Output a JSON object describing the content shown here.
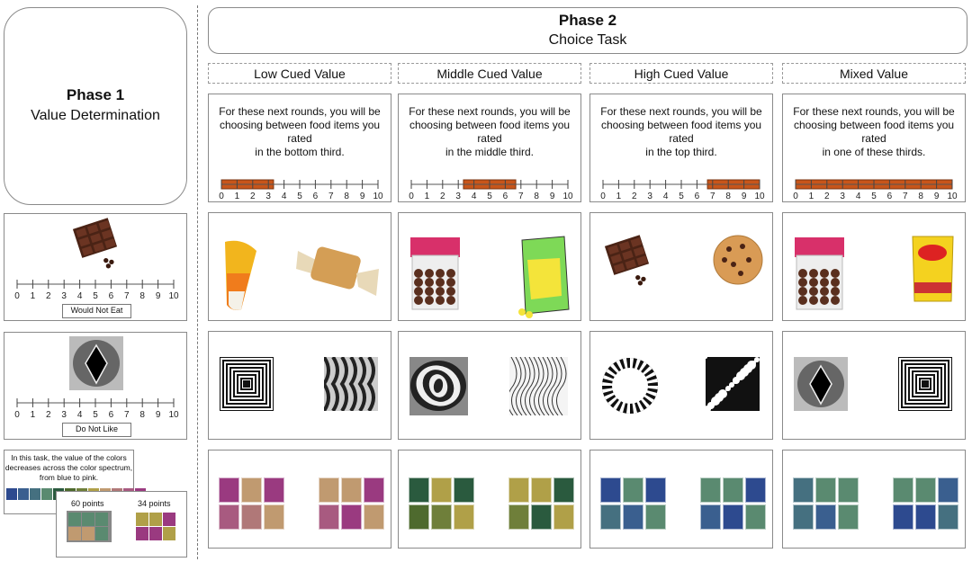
{
  "phase1": {
    "title": "Phase 1",
    "subtitle": "Value Determination"
  },
  "phase2": {
    "title": "Phase 2",
    "subtitle": "Choice Task"
  },
  "scale_ticks": [
    "0",
    "1",
    "2",
    "3",
    "4",
    "5",
    "6",
    "7",
    "8",
    "9",
    "10"
  ],
  "left_examples": {
    "food": {
      "image": "chocolate-bar",
      "label": "Would Not Eat"
    },
    "pattern": {
      "image": "fractal",
      "label": "Do Not Like"
    },
    "color": {
      "text_lines": [
        "In this task, the value of the colors",
        "decreases across the color spectrum,",
        "from blue to pink."
      ],
      "spectrum": [
        "#2d4a8f",
        "#3a5f8f",
        "#457080",
        "#5a8a70",
        "#2a5a3e",
        "#4e6a2e",
        "#6f7f3a",
        "#b0a048",
        "#c09a70",
        "#b07878",
        "#a85a80",
        "#9a3a80"
      ],
      "left_points": "60 points",
      "right_points": "34 points",
      "left_grid": [
        "#5a8a70",
        "#5a8a70",
        "#5a8a70",
        "#c09a70",
        "#c09a70",
        "#5a8a70"
      ],
      "right_grid": [
        "#b0a048",
        "#b0a048",
        "#9a3a80",
        "#9a3a80",
        "#9a3a80",
        "#b0a048"
      ]
    }
  },
  "columns": [
    {
      "header": "Low Cued Value",
      "instruction": [
        "For these next rounds, you will be",
        "choosing between food items you rated",
        "in the bottom third."
      ],
      "range": [
        0,
        3.33
      ],
      "food": [
        "candy-corn",
        "caramel"
      ],
      "pattern": [
        "concentric-square",
        "wave-stripes"
      ],
      "grids": [
        [
          "#9a3a80",
          "#c09a70",
          "#9a3a80",
          "#a85a80",
          "#b07878",
          "#c09a70"
        ],
        [
          "#c09a70",
          "#c09a70",
          "#9a3a80",
          "#a85a80",
          "#9a3a80",
          "#c09a70"
        ]
      ]
    },
    {
      "header": "Middle Cued Value",
      "instruction": [
        "For these next rounds, you will be",
        "choosing between food items you rated",
        "in the middle third."
      ],
      "range": [
        3.33,
        6.67
      ],
      "food": [
        "chocolate-bag",
        "popcorn-bag"
      ],
      "pattern": [
        "swirl",
        "wavy-lines"
      ],
      "grids": [
        [
          "#2a5a3e",
          "#b0a048",
          "#2a5a3e",
          "#4e6a2e",
          "#6f7f3a",
          "#b0a048"
        ],
        [
          "#b0a048",
          "#b0a048",
          "#2a5a3e",
          "#6f7f3a",
          "#2a5a3e",
          "#b0a048"
        ]
      ]
    },
    {
      "header": "High Cued Value",
      "instruction": [
        "For these next rounds, you will be",
        "choosing between food items you rated",
        "in the top third."
      ],
      "range": [
        6.67,
        10
      ],
      "food": [
        "chocolate-bar",
        "cookie"
      ],
      "pattern": [
        "radial-ring",
        "splatter"
      ],
      "grids": [
        [
          "#2d4a8f",
          "#5a8a70",
          "#2d4a8f",
          "#457080",
          "#3a5f8f",
          "#5a8a70"
        ],
        [
          "#5a8a70",
          "#5a8a70",
          "#2d4a8f",
          "#3a5f8f",
          "#2d4a8f",
          "#5a8a70"
        ]
      ]
    },
    {
      "header": "Mixed Value",
      "instruction": [
        "For these next rounds, you will be",
        "choosing between food items you rated",
        "in one of these thirds."
      ],
      "range": [
        0,
        10
      ],
      "food": [
        "chocolate-bag",
        "chips-bag"
      ],
      "pattern": [
        "fractal",
        "concentric-square"
      ],
      "grids": [
        [
          "#457080",
          "#5a8a70",
          "#5a8a70",
          "#457080",
          "#3a5f8f",
          "#5a8a70"
        ],
        [
          "#5a8a70",
          "#5a8a70",
          "#3a5f8f",
          "#2d4a8f",
          "#2d4a8f",
          "#457080"
        ]
      ]
    }
  ],
  "colors": {
    "range_fill": "#c8551a",
    "range_border": "#7a3410"
  }
}
